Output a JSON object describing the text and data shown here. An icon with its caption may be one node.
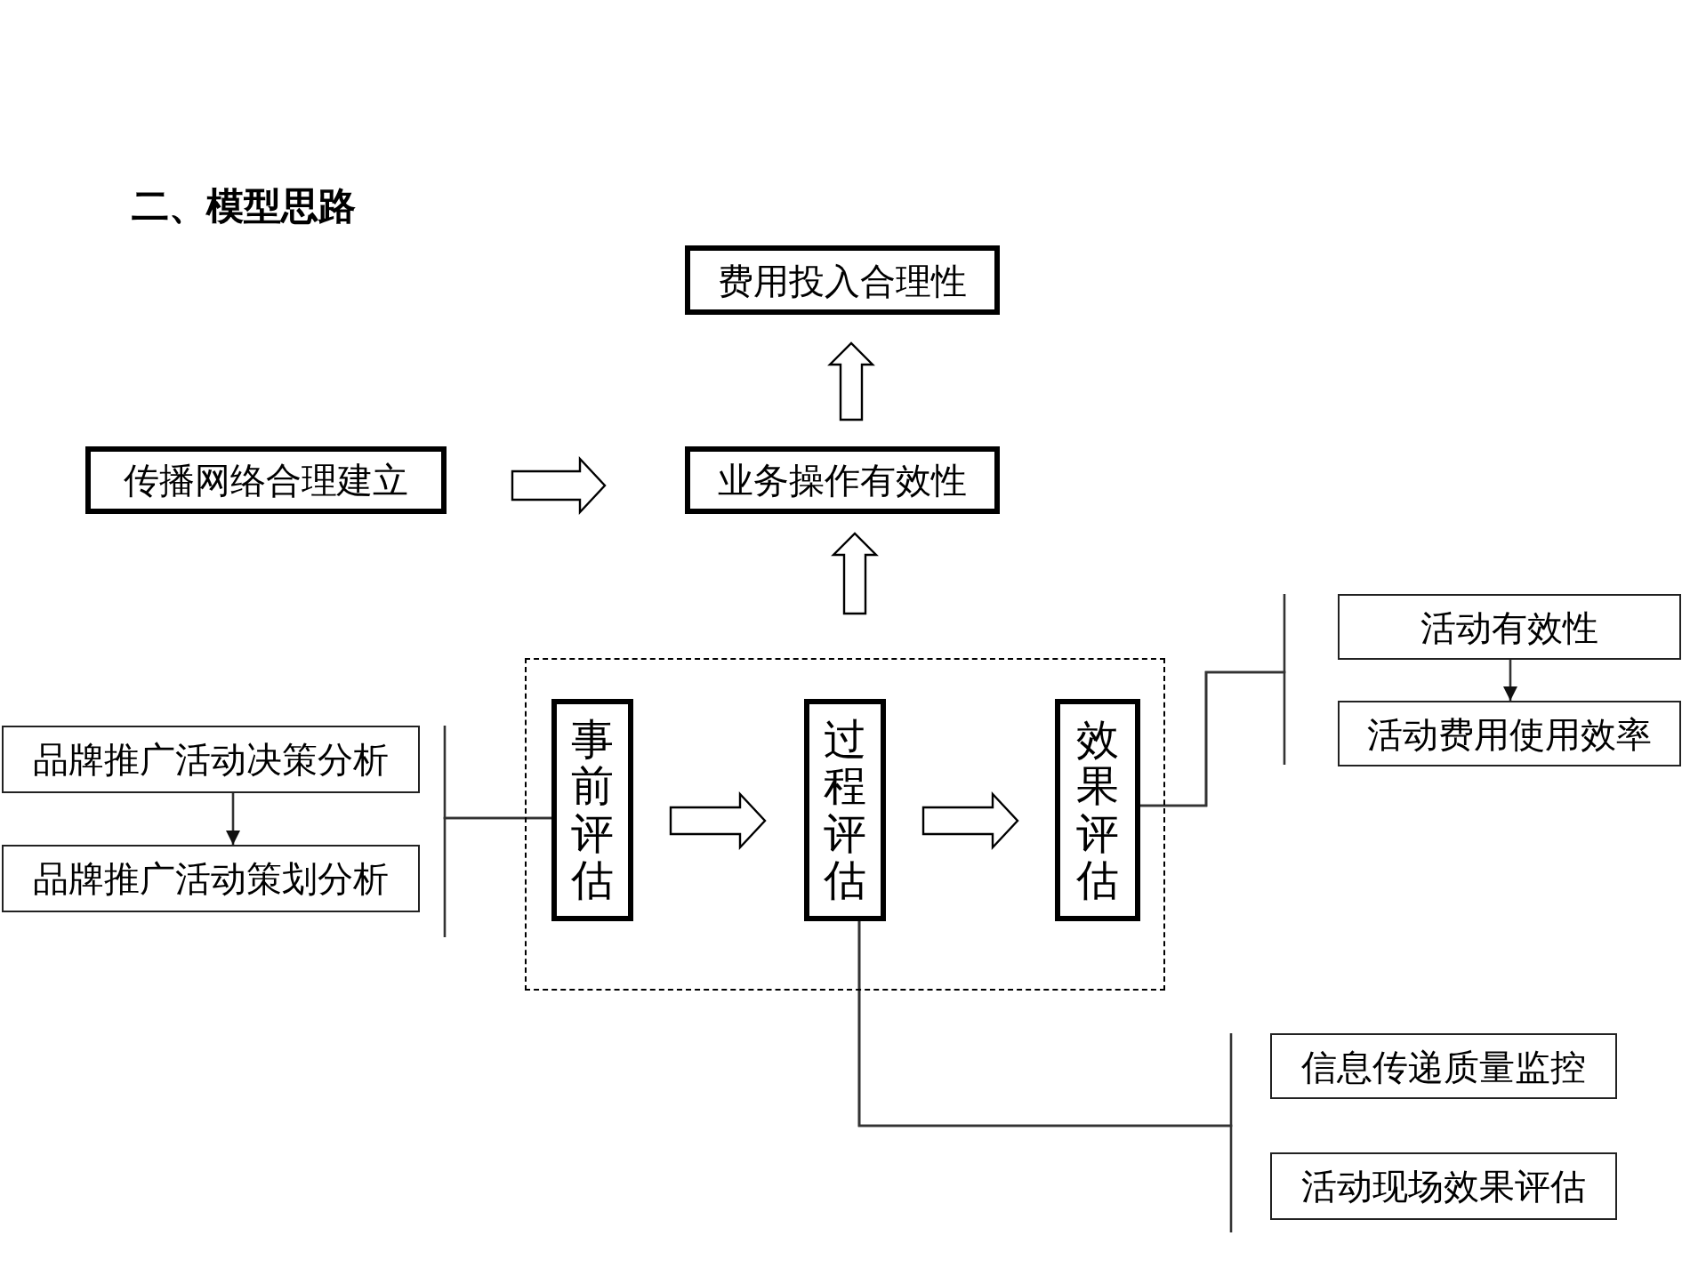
{
  "diagram": {
    "title": "二、模型思路",
    "nodes": [
      {
        "text": [
          "费用投入合理性"
        ]
      },
      {
        "text": [
          "传播网络合理建立"
        ]
      },
      {
        "text": [
          "业务操作有效性"
        ]
      },
      {
        "text": [
          "品牌推广活动决策分析"
        ]
      },
      {
        "text": [
          "品牌推广活动策划分析"
        ]
      },
      {
        "text": [],
        "shape": "box"
      },
      {
        "text": [
          "事前评估"
        ],
        "in": 5
      },
      {
        "text": [
          "过程评估"
        ],
        "in": 5
      },
      {
        "text": [
          "效果评估"
        ],
        "in": 5
      },
      {
        "text": [
          "活动有效性"
        ]
      },
      {
        "text": [
          "活动费用使用效率"
        ]
      },
      {
        "text": [
          "信息传递质量监控"
        ]
      },
      {
        "text": [
          "活动现场效果评估"
        ]
      }
    ],
    "edges": [
      {
        "from": 1,
        "to": 2,
        "arrow": "to",
        "style": "thick"
      },
      {
        "from": 2,
        "to": 0,
        "arrow": "to",
        "style": "thick"
      },
      {
        "from": 5,
        "to": 2,
        "arrow": "to",
        "style": "thick"
      },
      {
        "from": 3,
        "to": 4,
        "arrow": "to"
      },
      {
        "from": 3,
        "to": 6,
        "arrow": "none"
      },
      {
        "from": 4,
        "to": 6,
        "arrow": "none"
      },
      {
        "from": 6,
        "to": 7,
        "arrow": "to",
        "style": "thick"
      },
      {
        "from": 7,
        "to": 8,
        "arrow": "to",
        "style": "thick"
      },
      {
        "from": 8,
        "to": 9,
        "arrow": "none"
      },
      {
        "from": 8,
        "to": 10,
        "arrow": "none"
      },
      {
        "from": 9,
        "to": 10,
        "arrow": "to"
      },
      {
        "from": 7,
        "to": 11,
        "arrow": "none"
      },
      {
        "from": 7,
        "to": 12,
        "arrow": "none"
      }
    ]
  }
}
